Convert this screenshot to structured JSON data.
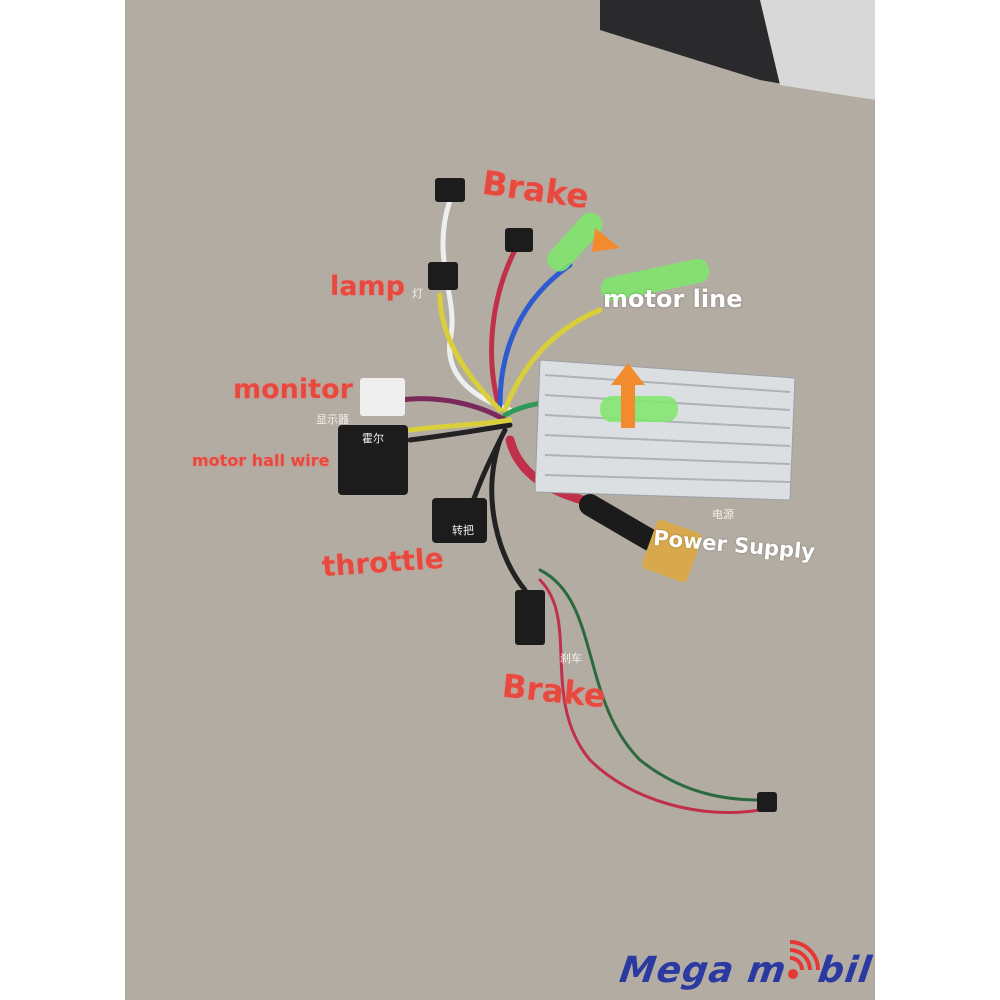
{
  "labels": {
    "brake_top": "Brake",
    "lamp": "lamp",
    "motor_line": "motor line",
    "monitor": "monitor",
    "motor_hall_wire": "motor hall wire",
    "throttle": "throttle",
    "power_supply": "Power Supply",
    "brake_bottom": "Brake"
  },
  "chinese_tags": {
    "lamp": "灯",
    "monitor": "显示器",
    "hall": "霍尔",
    "throttle": "转把",
    "power": "电源",
    "brake": "刹车"
  },
  "watermark": {
    "text_left": "Mega m",
    "text_right": "bil",
    "brand_color": "#2b3aa0",
    "signal_color": "#e53935"
  },
  "colors": {
    "label_red": "#e8493f",
    "label_white": "#ffffff",
    "arrow_orange": "#f28a2e",
    "background": "#b3aca3"
  }
}
